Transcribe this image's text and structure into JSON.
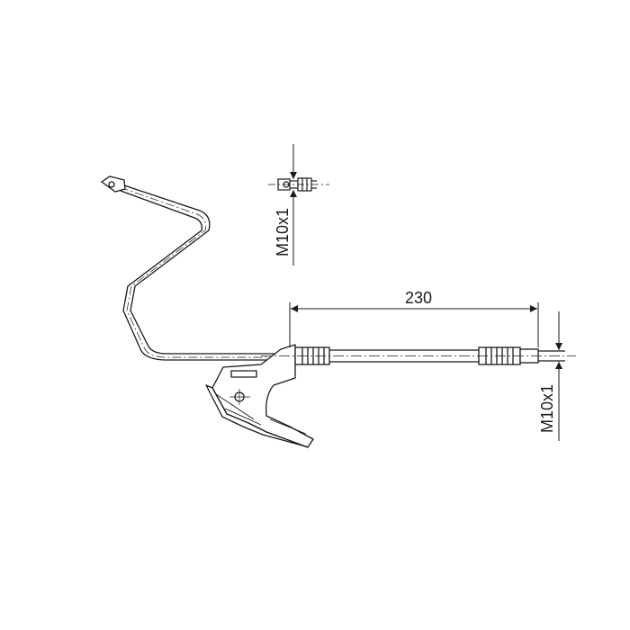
{
  "diagram": {
    "length_dimension": "230",
    "thread_top": "M10x1",
    "thread_right": "M10x1",
    "colors": {
      "ink": "#1a1a1a",
      "background": "#ffffff"
    }
  }
}
